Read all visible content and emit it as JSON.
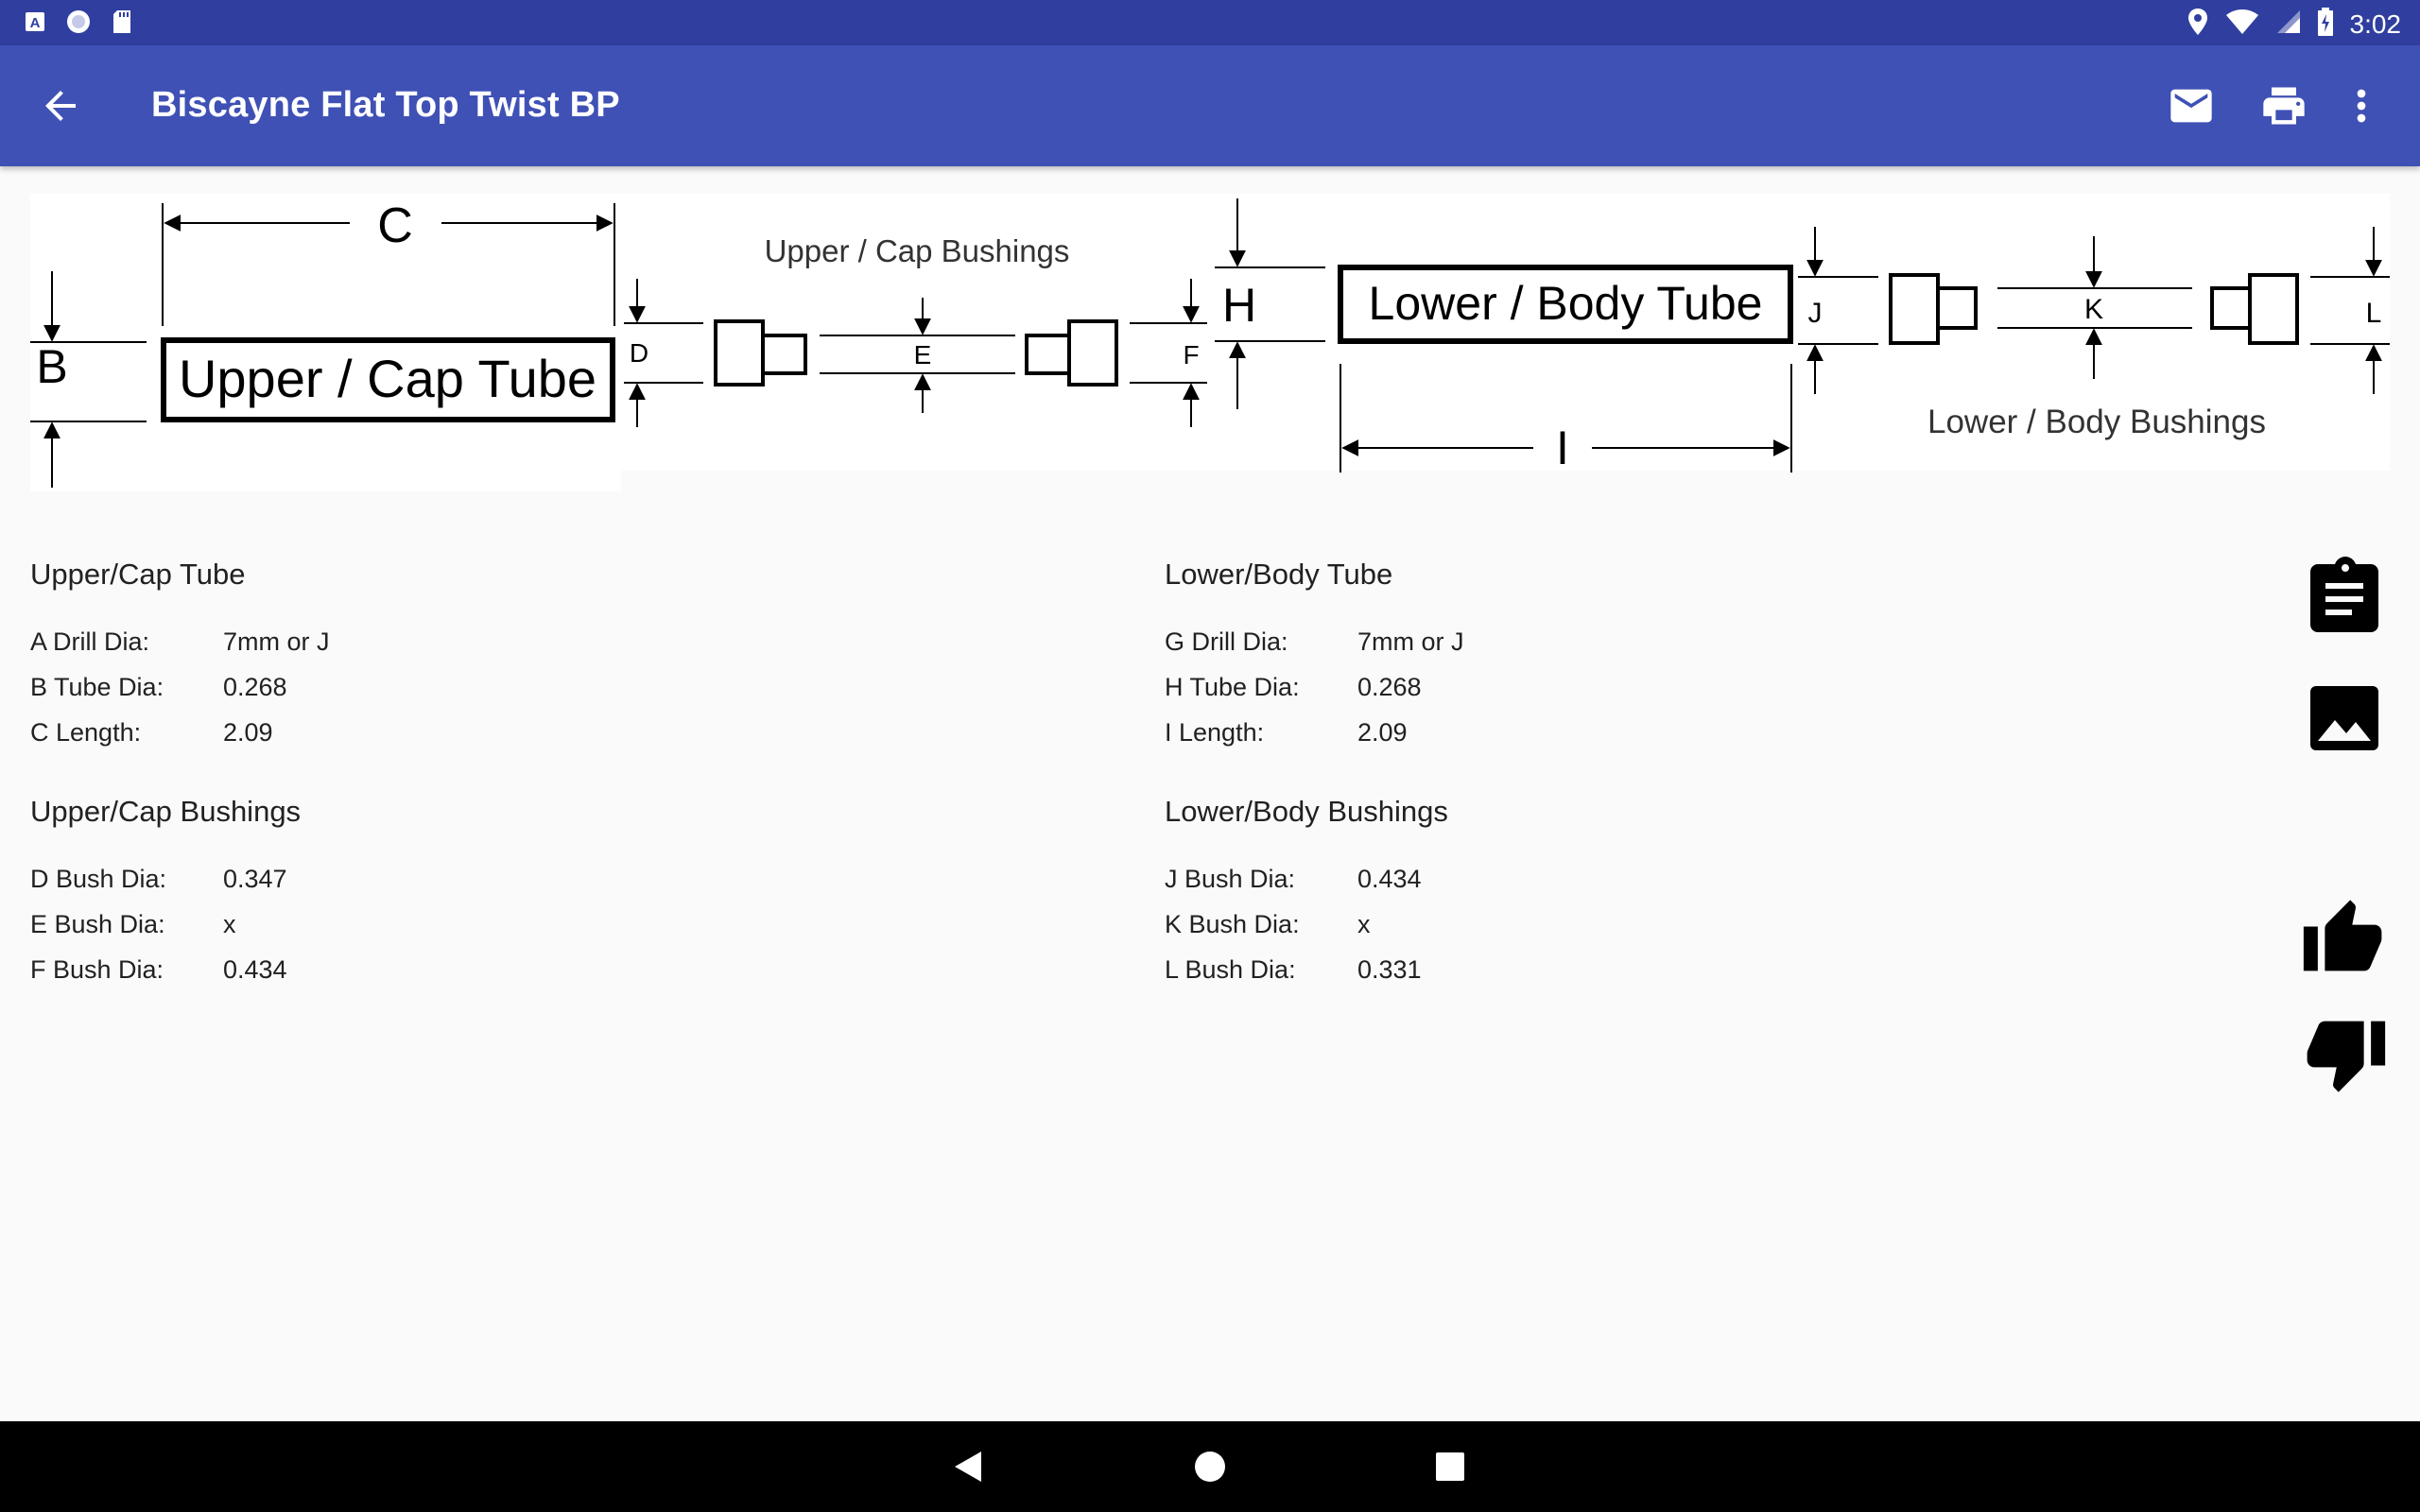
{
  "status_bar": {
    "time": "3:02",
    "left_icons": [
      "a-icon",
      "circle-icon",
      "sd-card-icon"
    ],
    "right_icons": [
      "location-icon",
      "wifi-icon",
      "signal-icon",
      "battery-charging-icon"
    ]
  },
  "app_bar": {
    "title": "Biscayne Flat Top Twist BP",
    "actions": [
      "email-icon",
      "print-icon",
      "more-vert-icon"
    ]
  },
  "diagram": {
    "upper_tube_label": "Upper / Cap Tube",
    "upper_bushings_label": "Upper / Cap Bushings",
    "lower_tube_label": "Lower / Body Tube",
    "lower_bushings_label": "Lower / Body Bushings",
    "letters": {
      "b": "B",
      "c": "C",
      "d": "D",
      "e": "E",
      "f": "F",
      "h": "H",
      "i": "I",
      "j": "J",
      "k": "K",
      "l": "L"
    }
  },
  "upper_tube": {
    "title": "Upper/Cap Tube",
    "rows": [
      {
        "label": "A Drill Dia:",
        "value": "7mm or J"
      },
      {
        "label": "B Tube Dia:",
        "value": "0.268"
      },
      {
        "label": "C Length:",
        "value": "2.09"
      }
    ]
  },
  "upper_bushings": {
    "title": "Upper/Cap Bushings",
    "rows": [
      {
        "label": "D Bush Dia:",
        "value": "0.347"
      },
      {
        "label": "E Bush Dia:",
        "value": "x"
      },
      {
        "label": "F Bush Dia:",
        "value": "0.434"
      }
    ]
  },
  "lower_tube": {
    "title": "Lower/Body Tube",
    "rows": [
      {
        "label": "G Drill Dia:",
        "value": "7mm or J"
      },
      {
        "label": "H Tube Dia:",
        "value": "0.268"
      },
      {
        "label": "I Length:",
        "value": "2.09"
      }
    ]
  },
  "lower_bushings": {
    "title": "Lower/Body Bushings",
    "rows": [
      {
        "label": "J Bush Dia:",
        "value": "0.434"
      },
      {
        "label": "K Bush Dia:",
        "value": "x"
      },
      {
        "label": "L Bush Dia:",
        "value": "0.331"
      }
    ]
  },
  "side_actions": [
    "clipboard-icon",
    "image-icon",
    "thumb-up-icon",
    "thumb-down-icon"
  ],
  "nav_bar": [
    "back-triangle-icon",
    "home-circle-icon",
    "recents-square-icon"
  ],
  "colors": {
    "status_bar": "#303f9f",
    "app_bar": "#3f51b5",
    "background": "#fafafa",
    "nav_bar": "#000000"
  }
}
